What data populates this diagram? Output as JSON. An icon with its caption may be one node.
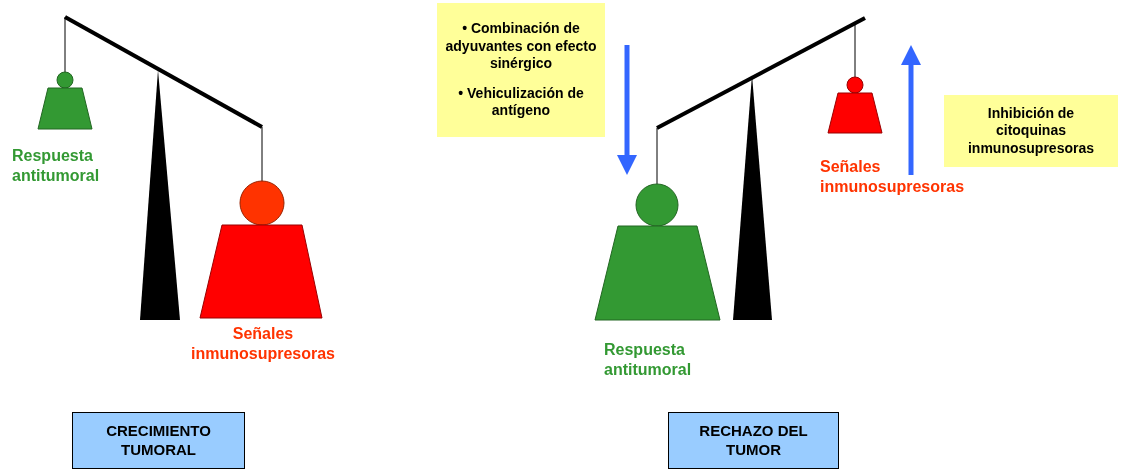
{
  "diagram": {
    "nodes": [
      {
        "text": [
          "• Combinación de adyuvantes con efecto sinérgico",
          "• Vehiculización de antígeno"
        ]
      },
      {
        "text": [
          "Inhibición de citoquinas inmunosupresoras"
        ]
      },
      {
        "text": [
          "CRECIMIENTO TUMORAL"
        ]
      },
      {
        "text": [
          "RECHAZO DEL TUMOR"
        ]
      }
    ],
    "labels": [
      "Respuesta antitumoral",
      "Señales inmunosupresoras",
      "Señales inmunosupresoras",
      "Respuesta antitumoral"
    ]
  }
}
